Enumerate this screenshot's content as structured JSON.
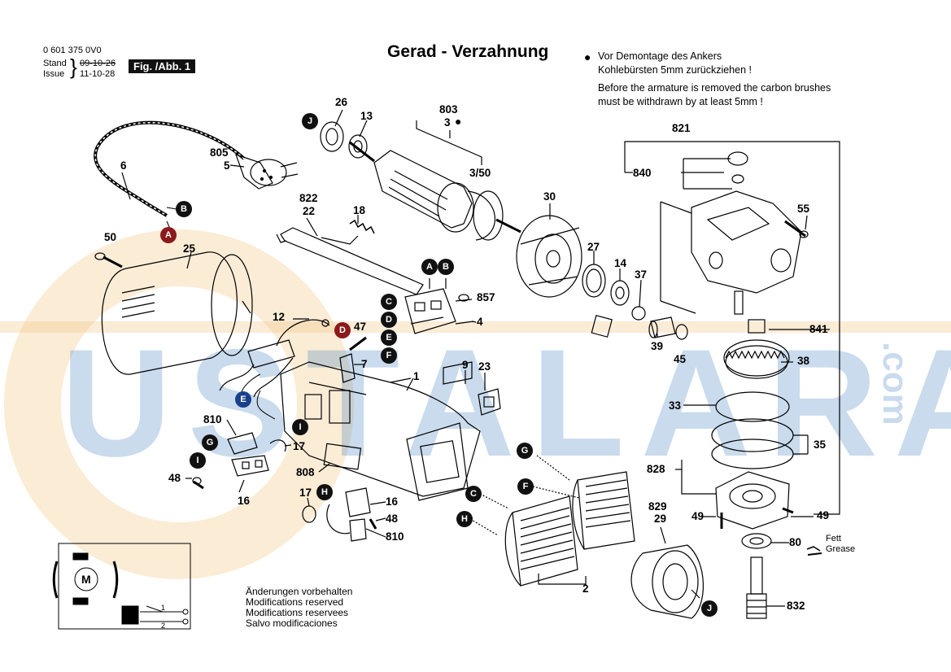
{
  "header": {
    "part_number": "0 601 375 0V0",
    "stand_label": "Stand",
    "issue_label": "Issue",
    "stand_date_struck": "09-10-26",
    "issue_date": "11-10-28",
    "figure_badge": "Fig. /Abb. 1"
  },
  "title": "Gerad - Verzahnung",
  "note": {
    "de_line1": "Vor Demontage des Ankers",
    "de_line2": "Kohlebürsten 5mm zurückziehen !",
    "en_line1": "Before the armature is removed the carbon brushes",
    "en_line2": "must be withdrawn by at least 5mm !"
  },
  "footer": {
    "line1": "Änderungen vorbehalten",
    "line2": "Modifications reserved",
    "line3": "Modifications reservees",
    "line4": "Salvo modificaciones"
  },
  "watermark": {
    "text": "USTALARA",
    "suffix": ".com"
  },
  "parts": {
    "p26": "26",
    "p13": "13",
    "p803": "803",
    "p3": "3",
    "p3_50": "3/50",
    "p805": "805",
    "p5": "5",
    "p6": "6",
    "p822": "822",
    "p22": "22",
    "p18": "18",
    "p30": "30",
    "p27": "27",
    "p14": "14",
    "p37": "37",
    "p821": "821",
    "p840": "840",
    "p55": "55",
    "p841": "841",
    "p38": "38",
    "p33": "33",
    "p35": "35",
    "p828": "828",
    "p49a": "49",
    "p49b": "49",
    "p80": "80",
    "p832": "832",
    "p50": "50",
    "p25": "25",
    "p857": "857",
    "p4": "4",
    "p12": "12",
    "p47": "47",
    "p7": "7",
    "p1": "1",
    "p9": "9",
    "p23": "23",
    "p39": "39",
    "p45": "45",
    "p810a": "810",
    "p17a": "17",
    "p48a": "48",
    "p16a": "16",
    "p808": "808",
    "p17b": "17",
    "p16b": "16",
    "p48b": "48",
    "p810b": "810",
    "p829": "829",
    "p29": "29",
    "p2": "2"
  },
  "grease": {
    "de": "Fett",
    "en": "Grease"
  },
  "markers": {
    "A": "A",
    "B": "B",
    "C": "C",
    "D": "D",
    "E": "E",
    "F": "F",
    "G": "G",
    "H": "H",
    "I": "I",
    "J": "J"
  },
  "schematic": {
    "motor": "M",
    "pin1": "1",
    "pin2": "2"
  }
}
